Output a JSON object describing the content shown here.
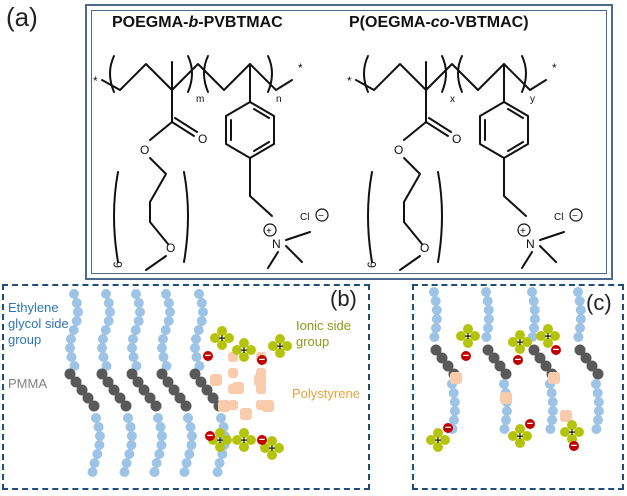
{
  "panel_a": {
    "label": "(a)",
    "left_title": {
      "a": "POEGMA-",
      "b": "b",
      "c": "-PVBTMAC"
    },
    "right_title": {
      "a": "P(OEGMA-",
      "b": "co",
      "c": "-VBTMAC)"
    },
    "atoms": {
      "O_carbonyl": "O",
      "O_ester": "O",
      "O_ether": "O",
      "N": "N",
      "Cl": "Cl",
      "plus": "+",
      "minus": "−",
      "star": "*"
    },
    "left_subscripts": {
      "m": "m",
      "n": "n",
      "six": "6"
    },
    "right_subscripts": {
      "x": "x",
      "y": "y",
      "six": "6"
    }
  },
  "panel_b": {
    "label": "(b)",
    "ethylene_label": "Ethylene\nglycol side\ngroup",
    "pmma_label": "PMMA",
    "ionic_label": "Ionic side\ngroup",
    "polystyrene_label": "Polystyrene"
  },
  "panel_c": {
    "label": "(c)"
  },
  "colors": {
    "ethylene": "#9dc3e6",
    "ethylene_text": "#2e75b6",
    "pmma": "#595959",
    "pmma_text": "#808080",
    "ionic_text": "#8c9a1c",
    "ionic_bead": "#b5c40a",
    "polystyrene": "#f8cbad",
    "polystyrene_text": "#e8a33d",
    "anion": "#c00000",
    "border": "#1f4e79",
    "frame": "#2f5597"
  }
}
